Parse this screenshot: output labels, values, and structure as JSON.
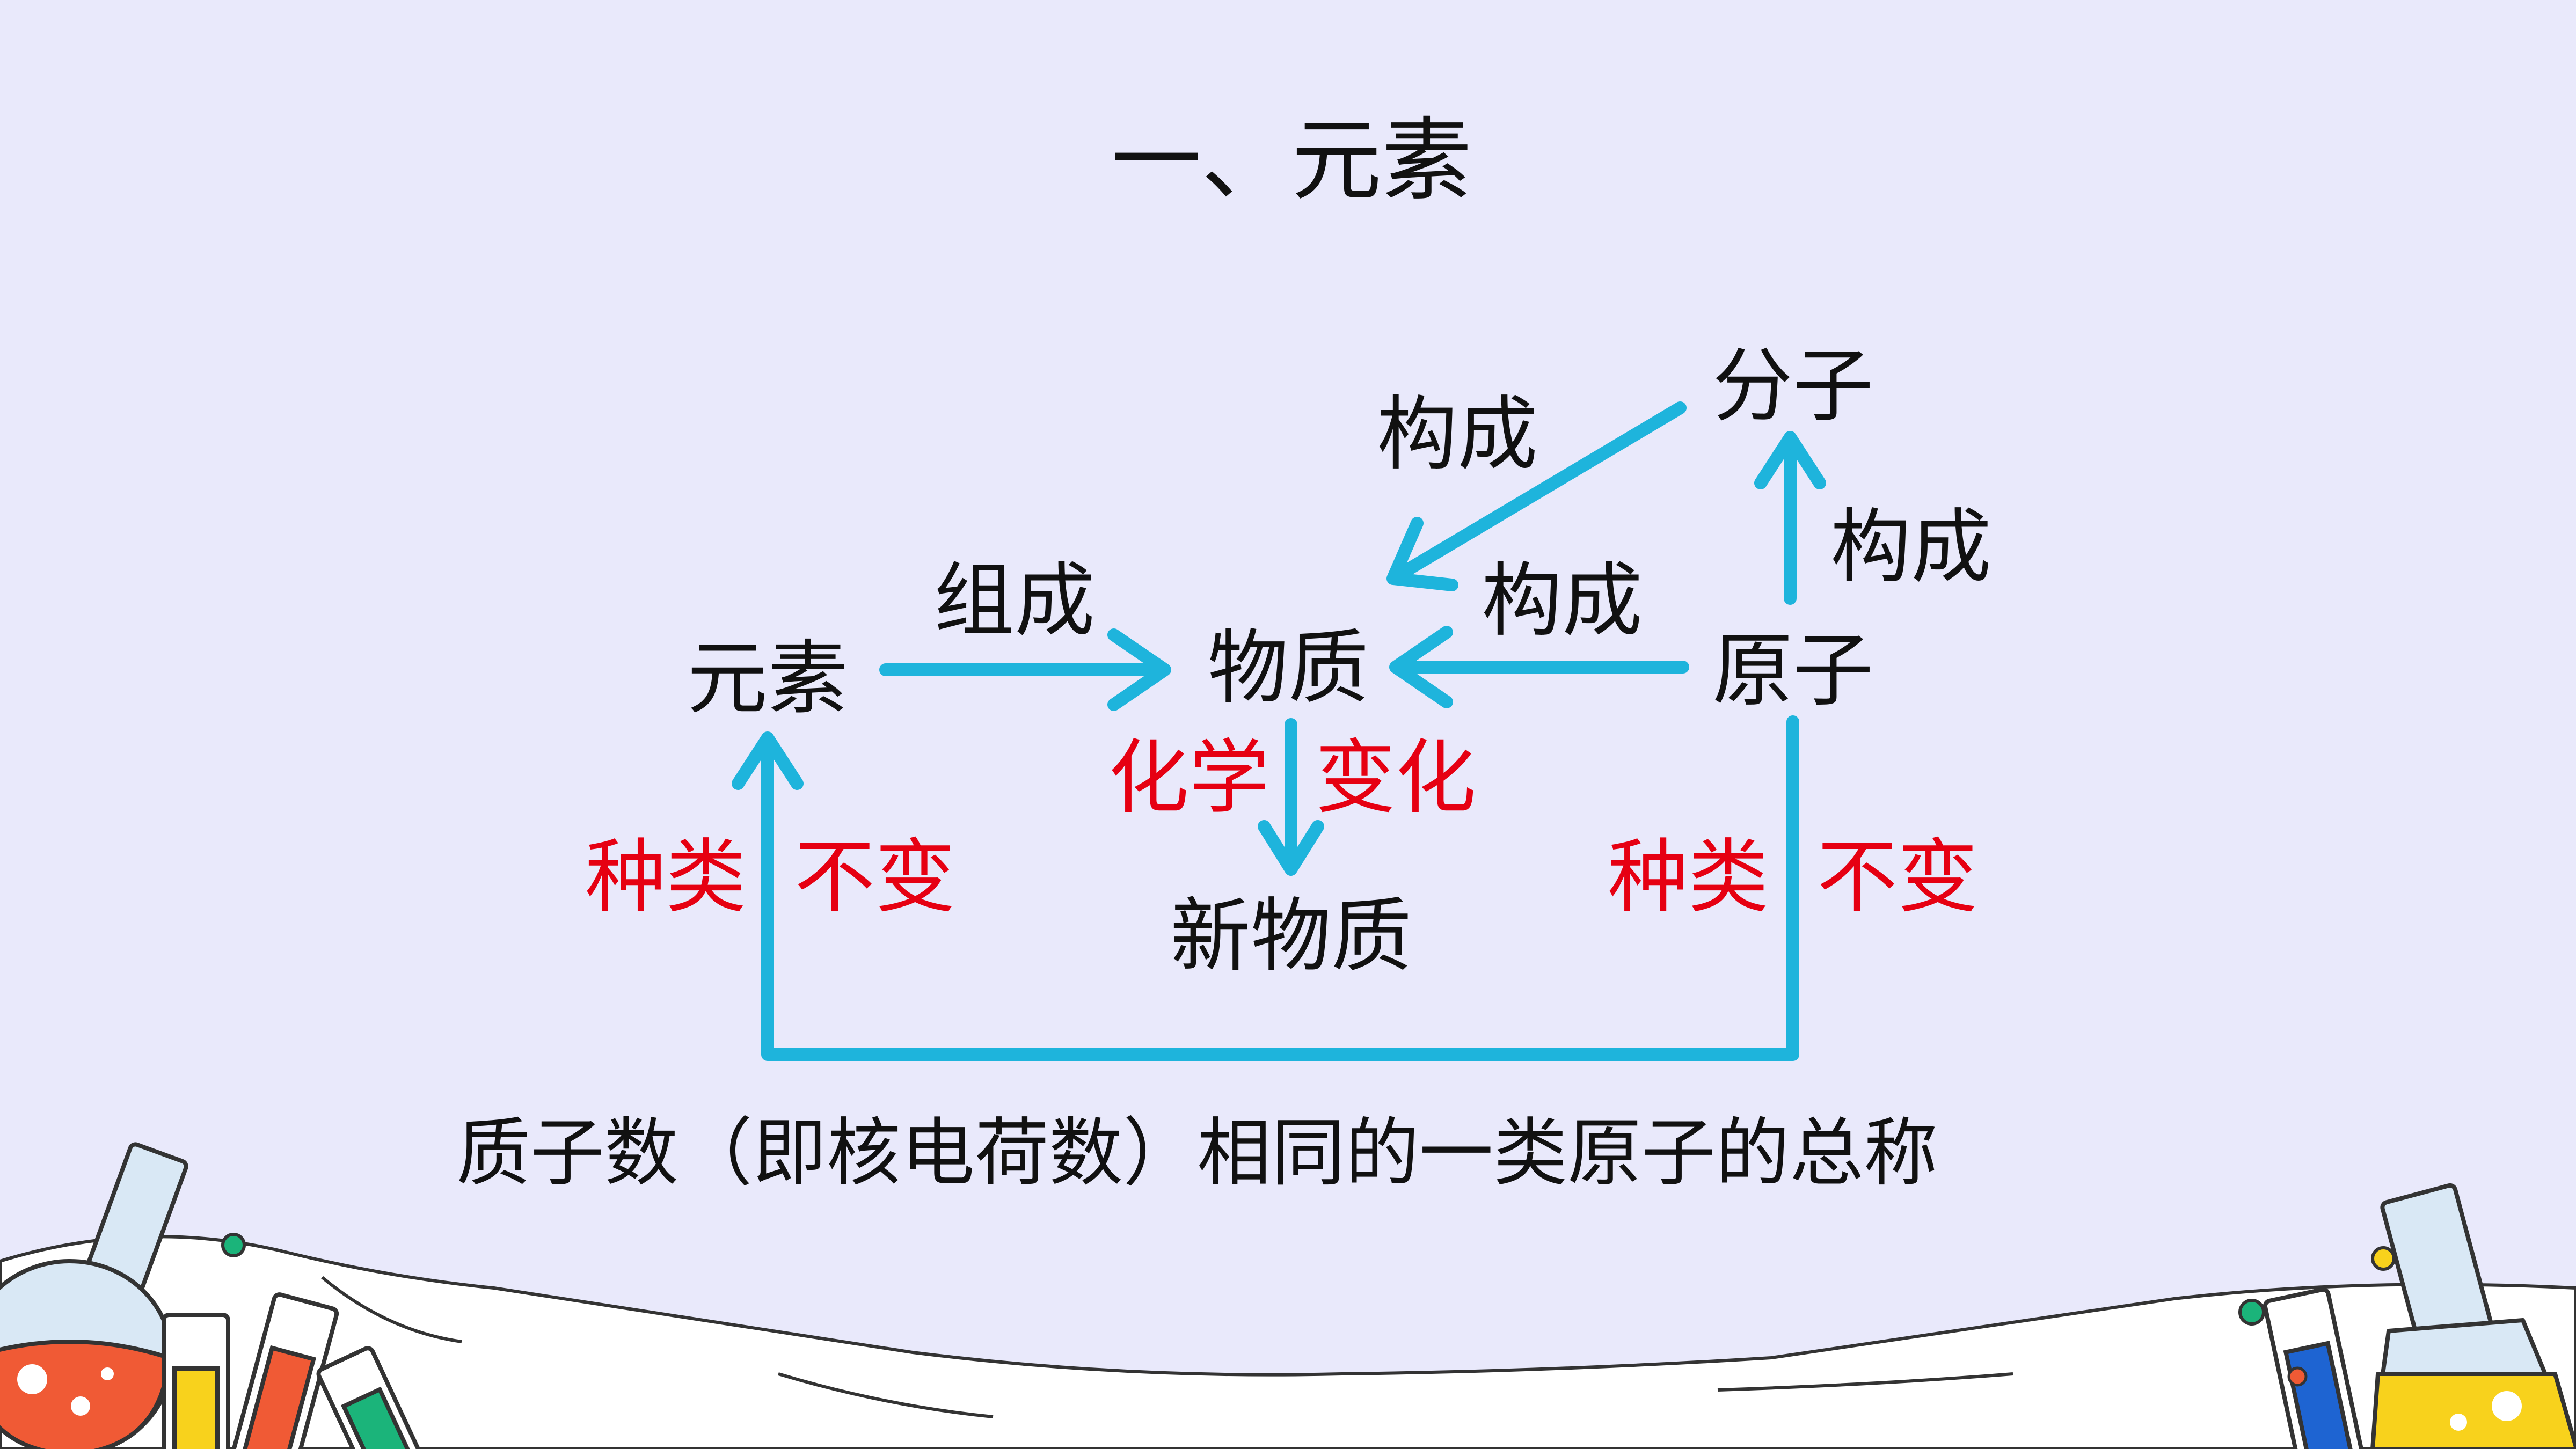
{
  "title": "一、元素",
  "nodes": {
    "element": "元素",
    "substance": "物质",
    "new_substance": "新物质",
    "molecule": "分子",
    "atom": "原子"
  },
  "labels": {
    "compose": "组成",
    "constitute_molecule": "构成",
    "constitute_atom": "构成",
    "constitute_atom_molecule": "构成",
    "chem_change_1": "化学",
    "chem_change_2": "变化",
    "kind_left_1": "种类",
    "kind_left_2": "不变",
    "kind_right_1": "种类",
    "kind_right_2": "不变"
  },
  "definition": "质子数（即核电荷数）相同的一类原子的总称",
  "colors": {
    "background": "#e9e9fb",
    "arrow": "#1eb4dc",
    "highlight_text": "#e60012",
    "text": "#111111"
  }
}
